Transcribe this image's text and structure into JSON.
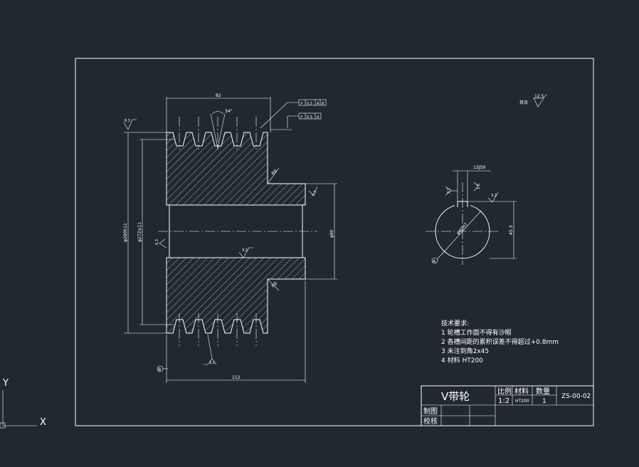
{
  "drawing": {
    "title_part_name": "V带轮",
    "drawing_no": "ZS-00-02",
    "title_block": {
      "scale_label": "比例",
      "material_label": "材料",
      "quantity_label": "数量",
      "scale_value": "1:2",
      "material_value": "HT200",
      "quantity_value": "1",
      "drawn_label": "制图",
      "checked_label": "校核"
    },
    "tech_requirements": {
      "heading": "技术要求:",
      "items": [
        "1 轮槽工作面不得有沙眼",
        "2 各槽间距的累积误差不得超过+0.8mm",
        "3 未注到角2x45",
        "4 材料  HT200"
      ]
    },
    "dimensions": {
      "top_width": "82",
      "bottom_width": "112",
      "groove_angle": "34°",
      "dia_outer": "φ280h11",
      "dia_pitch": "φ272±11",
      "dia_hub": "φ80",
      "key_width": "12JS9",
      "key_depth": "45.3",
      "bore_dia": "φ40H7",
      "fillet_r8_top": "R8",
      "fillet_r8_bottom": "R8"
    },
    "tolerance_frames": [
      {
        "symbol": "↗",
        "value": "0.3",
        "datum1": "A",
        "datum2": "B"
      },
      {
        "symbol": "↗",
        "value": "0.3",
        "datum1": "A"
      }
    ],
    "roughness": {
      "general_label": "其余",
      "general_value": "12.5",
      "top_left": "6.3",
      "left_face": "6.3",
      "bore": "3.2",
      "groove_bottom": "3.2",
      "hub_face": "6.3",
      "key_side": "3.2",
      "key_top": "1.6",
      "key_right": "3.2"
    },
    "datum_labels": {
      "a": "A",
      "b": "B"
    },
    "ucs": {
      "x_label": "X",
      "y_label": "Y"
    }
  }
}
